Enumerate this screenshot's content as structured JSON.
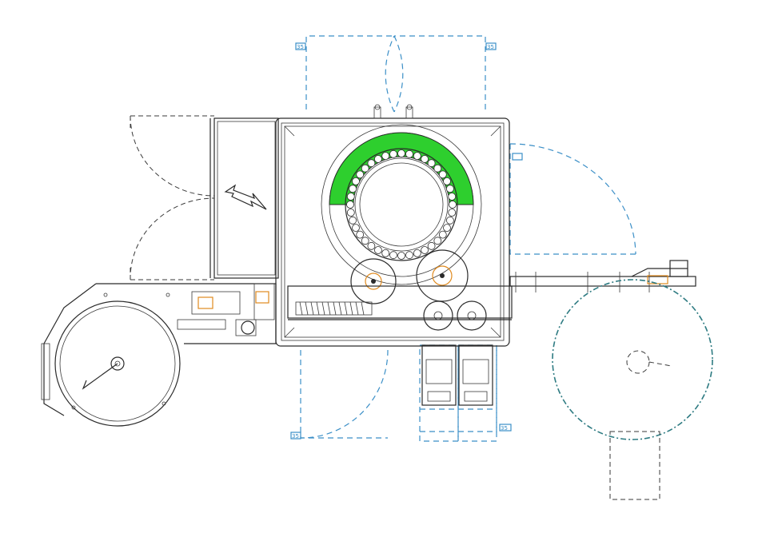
{
  "drawing": {
    "view": "top view",
    "colors": {
      "line": "#2a2a2a",
      "door_swing": "#3b8fc7",
      "reel_outline": "#2e7b82",
      "starwheel_pocket_zone": "#2ecf2e",
      "starwheel_hub": "#e08a1e"
    },
    "door_tags": [
      "35",
      "35",
      "35",
      "35"
    ],
    "pocket_count_main_starwheel": 40,
    "icons": [
      "electric-hazard-symbol"
    ]
  }
}
